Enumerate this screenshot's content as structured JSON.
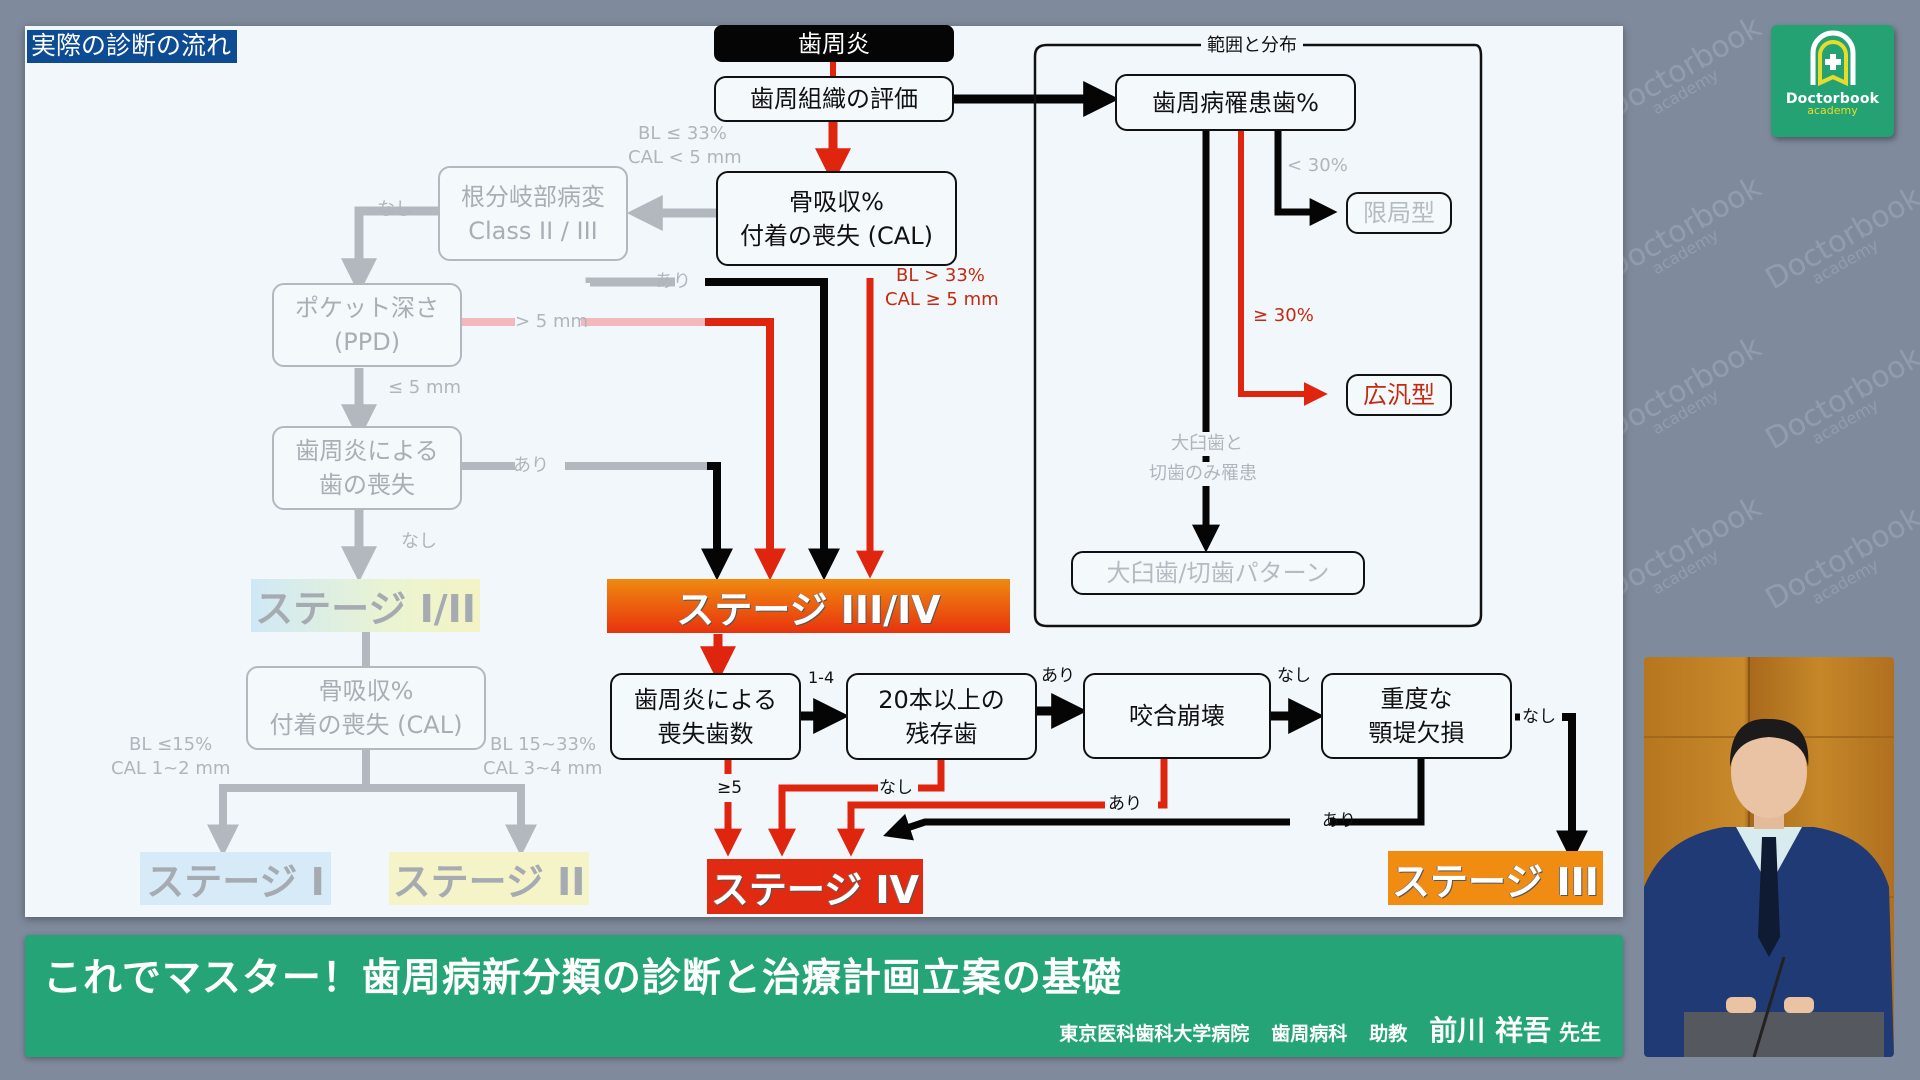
{
  "slide": {
    "title": "実際の診断の流れ",
    "nodes": {
      "periodontitis": "歯周炎",
      "tissue_eval": "歯周組織の評価",
      "bone_loss": [
        "骨吸収%",
        "付着の喪失 (CAL)"
      ],
      "furcation": [
        "根分岐部病変",
        "Class II / III"
      ],
      "ppd": [
        "ポケット深さ",
        "(PPD)"
      ],
      "tooth_loss": [
        "歯周炎による",
        "歯の喪失"
      ],
      "bone_loss_2": [
        "骨吸収%",
        "付着の喪失 (CAL)"
      ],
      "affected_pct": "歯周病罹患歯%",
      "localized": "限局型",
      "generalized": "広汎型",
      "molar_incisor": "大臼歯/切歯パターン",
      "lost_teeth_count": [
        "歯周炎による",
        "喪失歯数"
      ],
      "remaining_teeth": [
        "20本以上の",
        "残存歯"
      ],
      "occlusal_collapse": "咬合崩壊",
      "ridge_defect": [
        "重度な",
        "顎堤欠損"
      ]
    },
    "stages": {
      "s12": "ステージ I/II",
      "s1": "ステージ I",
      "s2": "ステージ II",
      "s34": "ステージ III/IV",
      "s4": "ステージ IV",
      "s3": "ステージ III"
    },
    "labels": {
      "bl_le33": "BL ≤ 33%",
      "cal_lt5": "CAL < 5 mm",
      "bl_gt33": "BL > 33%",
      "cal_ge5": "CAL ≥ 5 mm",
      "none_furcation": "なし",
      "yes_furcation": "あり",
      "ppd_gt5": "> 5 mm",
      "ppd_le5": "≤ 5 mm",
      "yes_tooth_loss": "あり",
      "none_tooth_loss": "なし",
      "bl_le15": "BL ≤15%",
      "cal_1_2": "CAL 1~2 mm",
      "bl_15_33": "BL 15~33%",
      "cal_3_4": "CAL 3~4 mm",
      "extent_frame": "範囲と分布",
      "lt30": "< 30%",
      "ge30": "≥ 30%",
      "molar_incisor_only": [
        "大臼歯と",
        "切歯のみ罹患"
      ],
      "count_1_4": "1-4",
      "count_ge5": "≥5",
      "remaining_yes": "あり",
      "remaining_no": "なし",
      "collapse_no": "なし",
      "collapse_yes": "あり",
      "ridge_no": "なし",
      "ridge_yes": "あり"
    }
  },
  "logo": {
    "name": "Doctorbook",
    "sub": "academy"
  },
  "banner": {
    "title": "これでマスター！歯周病新分類の診断と治療計画立案の基礎",
    "hospital": "東京医科歯科大学病院",
    "department": "歯周病科",
    "position": "助教",
    "speaker": "前川 祥吾",
    "honorific": "先生"
  },
  "watermark": {
    "name": "Doctorbook",
    "sub": "academy"
  },
  "colors": {
    "accent_red": "#e02a12",
    "stage_orange": "#f08c12",
    "banner_green": "#25a577",
    "title_blue": "#0d4b92"
  }
}
